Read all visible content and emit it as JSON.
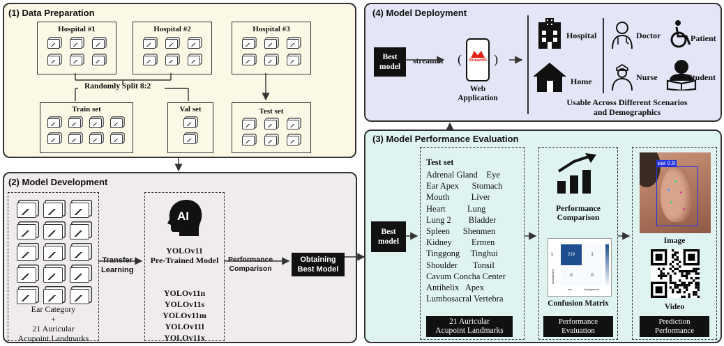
{
  "panel1": {
    "title": "(1)  Data Preparation",
    "hospital1": "Hospital #1",
    "hospital2": "Hospital #2",
    "hospital3": "Hospital #3",
    "split": "Randomly Split 8:2",
    "train": "Train set",
    "val": "Val set",
    "test": "Test set"
  },
  "panel2": {
    "title": "(2)  Model Development",
    "ear_line1": "Ear Category",
    "ear_line2": "+",
    "ear_line3": "21 Auricular",
    "ear_line4": "Acupoint Landmarks",
    "transfer1": "Transfer",
    "transfer2": "Learning",
    "ai": "AI",
    "model1": "YOLOv11",
    "model2": "Pre-Trained Model",
    "variants": [
      "YOLOv11n",
      "YOLOv11s",
      "YOLOv11m",
      "YOLOv11l",
      "YOLOv11x"
    ],
    "perf1": "Performance",
    "perf2": "Comparison",
    "best1": "Obtaining",
    "best2": "Best Model"
  },
  "panel3": {
    "title": "(3)  Model Performance Evaluation",
    "best1": "Best",
    "best2": "model",
    "testset": "Test set",
    "landmarks": [
      "Adrenal Gland    Eye",
      "Ear Apex      Stomach",
      "Mouth          Liver",
      "Heart          Lung",
      "Lung 2        Bladder",
      "Spleen      Shenmen",
      "Kidney         Ermen",
      "Tinggong     Tinghui",
      "Shoulder       Tonsil",
      "Cavum Concha Center",
      "Antihelix   Apex",
      "Lumbosacral Vertebra"
    ],
    "footer1": "21 Auricular",
    "footer2": "Acupoint Landmarks",
    "perfcmp1": "Performance",
    "perfcmp2": "Comparison",
    "cm_title": "Confusion Matrix",
    "cm_values": [
      "219",
      "1",
      "0",
      "0"
    ],
    "cm_ylabels": [
      "ear",
      "background"
    ],
    "cm_xlabels": [
      "ear",
      "background"
    ],
    "eval1": "Performance",
    "eval2": "Evaluation",
    "image": "Image",
    "video": "Video",
    "detect": "ear 0.9",
    "pred1": "Prediction",
    "pred2": "Performance"
  },
  "panel4": {
    "title": "(4)  Model Deployment",
    "best1": "Best",
    "best2": "model",
    "streamlit": "streamlit",
    "app_brand": "Streamlit",
    "web1": "Web",
    "web2": "Application",
    "hospital": "Hospital",
    "home": "Home",
    "doctor": "Doctor",
    "nurse": "Nurse",
    "patient": "Patient",
    "student": "Student",
    "usable1": "Usable Across Different Scenarios",
    "usable2": "and Demographics"
  },
  "colors": {
    "panel1_bg": "#fbf8e6",
    "panel2_bg": "#efeceb",
    "panel3_bg": "#dff3f1",
    "panel4_bg": "#e4e5f6",
    "streamlit_red": "#e2231a",
    "cm_blue": "#1f4e8f",
    "bbox_blue": "#2233dd"
  }
}
